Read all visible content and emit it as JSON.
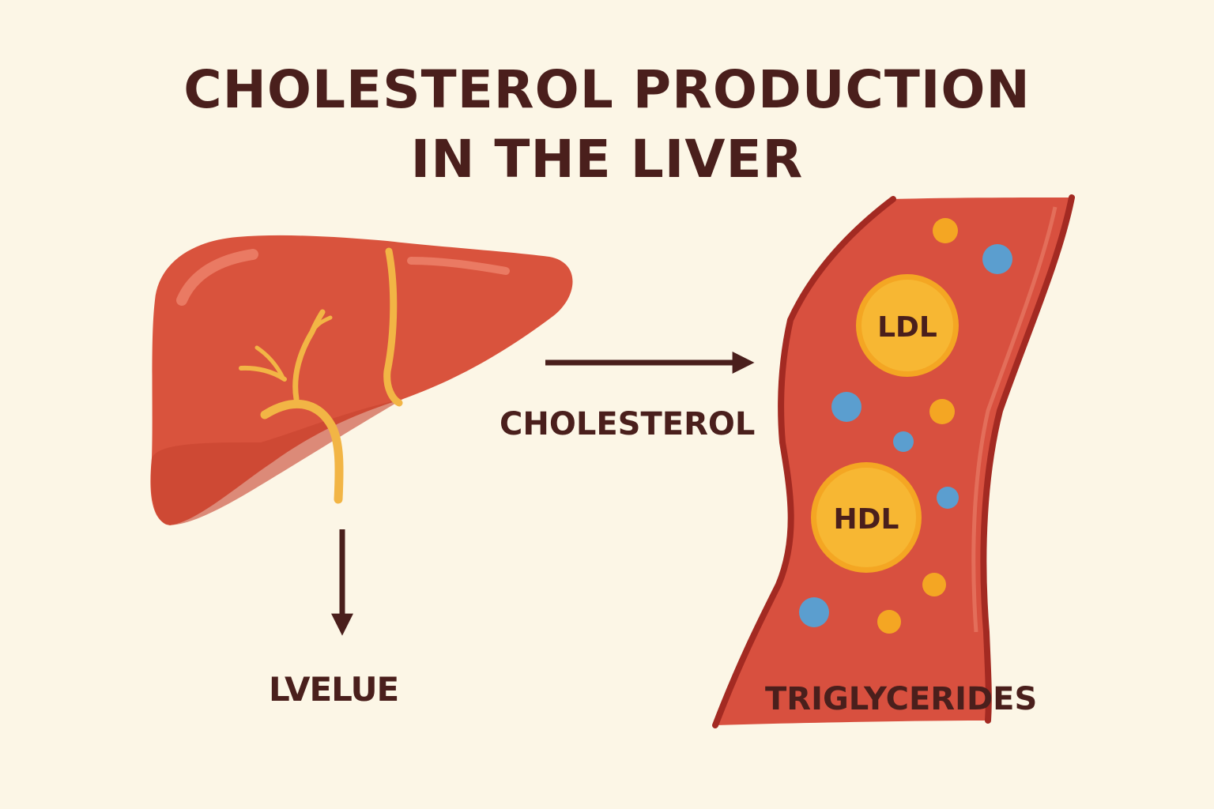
{
  "title": {
    "line1": "CHOLESTEROL PRODUCTION",
    "line2": "IN THE LIVER"
  },
  "labels": {
    "cholesterol": "CHOLESTEROL",
    "triglycerides": "TRIGLYCERIDES",
    "liver_output": "LVELUE"
  },
  "particles": {
    "ldl": "LDL",
    "hdl": "HDL"
  },
  "colors": {
    "background": "#fcf6e6",
    "liver": "#d9533d",
    "vessel": "#d8503f",
    "bile_duct": "#f2b545",
    "lipoprotein": "#f4a623",
    "blue_particle": "#5b9ecf",
    "text_and_arrows": "#4a1f1c"
  },
  "icons": [
    "liver-icon",
    "blood-vessel-icon",
    "arrow-right-icon",
    "arrow-down-icon"
  ]
}
